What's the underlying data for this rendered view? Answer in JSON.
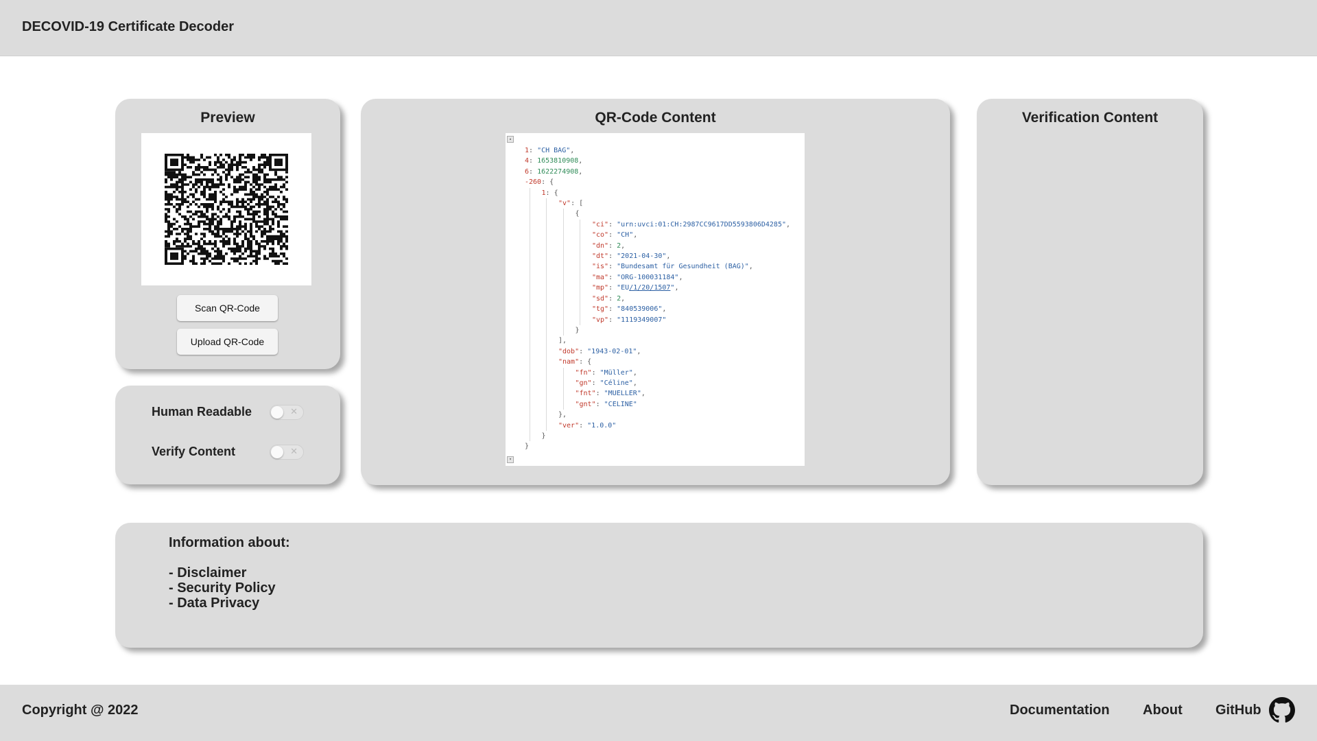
{
  "header": {
    "title": "DECOVID-19 Certificate Decoder"
  },
  "preview": {
    "title": "Preview",
    "scan_label": "Scan QR-Code",
    "upload_label": "Upload QR-Code"
  },
  "options": {
    "human_readable_label": "Human Readable",
    "human_readable_on": false,
    "verify_content_label": "Verify Content",
    "verify_content_on": false,
    "off_glyph": "✕"
  },
  "qr_content": {
    "title": "QR-Code Content",
    "collapse_glyph": "▴",
    "expand_glyph": "▾",
    "json_lines": [
      {
        "indent": 0,
        "parts": [
          [
            "k",
            "1"
          ],
          [
            "p",
            ": "
          ],
          [
            "s",
            "\"CH BAG\""
          ],
          [
            "p",
            ","
          ]
        ]
      },
      {
        "indent": 0,
        "parts": [
          [
            "k",
            "4"
          ],
          [
            "p",
            ": "
          ],
          [
            "n",
            "1653810908"
          ],
          [
            "p",
            ","
          ]
        ]
      },
      {
        "indent": 0,
        "parts": [
          [
            "k",
            "6"
          ],
          [
            "p",
            ": "
          ],
          [
            "n",
            "1622274908"
          ],
          [
            "p",
            ","
          ]
        ]
      },
      {
        "indent": 0,
        "parts": [
          [
            "k",
            "-260"
          ],
          [
            "p",
            ": {"
          ]
        ]
      },
      {
        "indent": 1,
        "parts": [
          [
            "k",
            "1"
          ],
          [
            "p",
            ": {"
          ]
        ]
      },
      {
        "indent": 2,
        "parts": [
          [
            "k",
            "\"v\""
          ],
          [
            "p",
            ": ["
          ]
        ]
      },
      {
        "indent": 3,
        "parts": [
          [
            "p",
            "{"
          ]
        ]
      },
      {
        "indent": 4,
        "parts": [
          [
            "k",
            "\"ci\""
          ],
          [
            "p",
            ": "
          ],
          [
            "s",
            "\"urn:uvci:01:CH:2987CC9617DD5593806D4285\""
          ],
          [
            "p",
            ","
          ]
        ]
      },
      {
        "indent": 4,
        "parts": [
          [
            "k",
            "\"co\""
          ],
          [
            "p",
            ": "
          ],
          [
            "s",
            "\"CH\""
          ],
          [
            "p",
            ","
          ]
        ]
      },
      {
        "indent": 4,
        "parts": [
          [
            "k",
            "\"dn\""
          ],
          [
            "p",
            ": "
          ],
          [
            "n",
            "2"
          ],
          [
            "p",
            ","
          ]
        ]
      },
      {
        "indent": 4,
        "parts": [
          [
            "k",
            "\"dt\""
          ],
          [
            "p",
            ": "
          ],
          [
            "s",
            "\"2021-04-30\""
          ],
          [
            "p",
            ","
          ]
        ]
      },
      {
        "indent": 4,
        "parts": [
          [
            "k",
            "\"is\""
          ],
          [
            "p",
            ": "
          ],
          [
            "s",
            "\"Bundesamt für Gesundheit (BAG)\""
          ],
          [
            "p",
            ","
          ]
        ]
      },
      {
        "indent": 4,
        "parts": [
          [
            "k",
            "\"ma\""
          ],
          [
            "p",
            ": "
          ],
          [
            "s",
            "\"ORG-100031184\""
          ],
          [
            "p",
            ","
          ]
        ]
      },
      {
        "indent": 4,
        "parts": [
          [
            "k",
            "\"mp\""
          ],
          [
            "p",
            ": "
          ],
          [
            "s",
            "\"EU"
          ],
          [
            "su",
            "/1/20/1507"
          ],
          [
            "s",
            "\""
          ],
          [
            "p",
            ","
          ]
        ]
      },
      {
        "indent": 4,
        "parts": [
          [
            "k",
            "\"sd\""
          ],
          [
            "p",
            ": "
          ],
          [
            "n",
            "2"
          ],
          [
            "p",
            ","
          ]
        ]
      },
      {
        "indent": 4,
        "parts": [
          [
            "k",
            "\"tg\""
          ],
          [
            "p",
            ": "
          ],
          [
            "s",
            "\"840539006\""
          ],
          [
            "p",
            ","
          ]
        ]
      },
      {
        "indent": 4,
        "parts": [
          [
            "k",
            "\"vp\""
          ],
          [
            "p",
            ": "
          ],
          [
            "s",
            "\"1119349007\""
          ]
        ]
      },
      {
        "indent": 3,
        "parts": [
          [
            "p",
            "}"
          ]
        ]
      },
      {
        "indent": 2,
        "parts": [
          [
            "p",
            "],"
          ]
        ]
      },
      {
        "indent": 2,
        "parts": [
          [
            "k",
            "\"dob\""
          ],
          [
            "p",
            ": "
          ],
          [
            "s",
            "\"1943-02-01\""
          ],
          [
            "p",
            ","
          ]
        ]
      },
      {
        "indent": 2,
        "parts": [
          [
            "k",
            "\"nam\""
          ],
          [
            "p",
            ": {"
          ]
        ]
      },
      {
        "indent": 3,
        "parts": [
          [
            "k",
            "\"fn\""
          ],
          [
            "p",
            ": "
          ],
          [
            "s",
            "\"Müller\""
          ],
          [
            "p",
            ","
          ]
        ]
      },
      {
        "indent": 3,
        "parts": [
          [
            "k",
            "\"gn\""
          ],
          [
            "p",
            ": "
          ],
          [
            "s",
            "\"Céline\""
          ],
          [
            "p",
            ","
          ]
        ]
      },
      {
        "indent": 3,
        "parts": [
          [
            "k",
            "\"fnt\""
          ],
          [
            "p",
            ": "
          ],
          [
            "s",
            "\"MUELLER\""
          ],
          [
            "p",
            ","
          ]
        ]
      },
      {
        "indent": 3,
        "parts": [
          [
            "k",
            "\"gnt\""
          ],
          [
            "p",
            ": "
          ],
          [
            "s",
            "\"CELINE\""
          ]
        ]
      },
      {
        "indent": 2,
        "parts": [
          [
            "p",
            "},"
          ]
        ]
      },
      {
        "indent": 2,
        "parts": [
          [
            "k",
            "\"ver\""
          ],
          [
            "p",
            ": "
          ],
          [
            "s",
            "\"1.0.0\""
          ]
        ]
      },
      {
        "indent": 1,
        "parts": [
          [
            "p",
            "}"
          ]
        ]
      },
      {
        "indent": 0,
        "parts": [
          [
            "p",
            "}"
          ]
        ]
      }
    ]
  },
  "verification": {
    "title": "Verification Content"
  },
  "info": {
    "title": "Information about:",
    "links": [
      "- Disclaimer",
      "- Security Policy",
      "- Data Privacy"
    ]
  },
  "footer": {
    "copyright": "Copyright @ 2022",
    "documentation": "Documentation",
    "about": "About",
    "github": "GitHub",
    "github_icon": "github-icon"
  },
  "colors": {
    "panel_bg": "#dcdcdc",
    "json_key": "#c0392b",
    "json_string": "#2b5fa3",
    "json_number": "#2e8b57"
  }
}
